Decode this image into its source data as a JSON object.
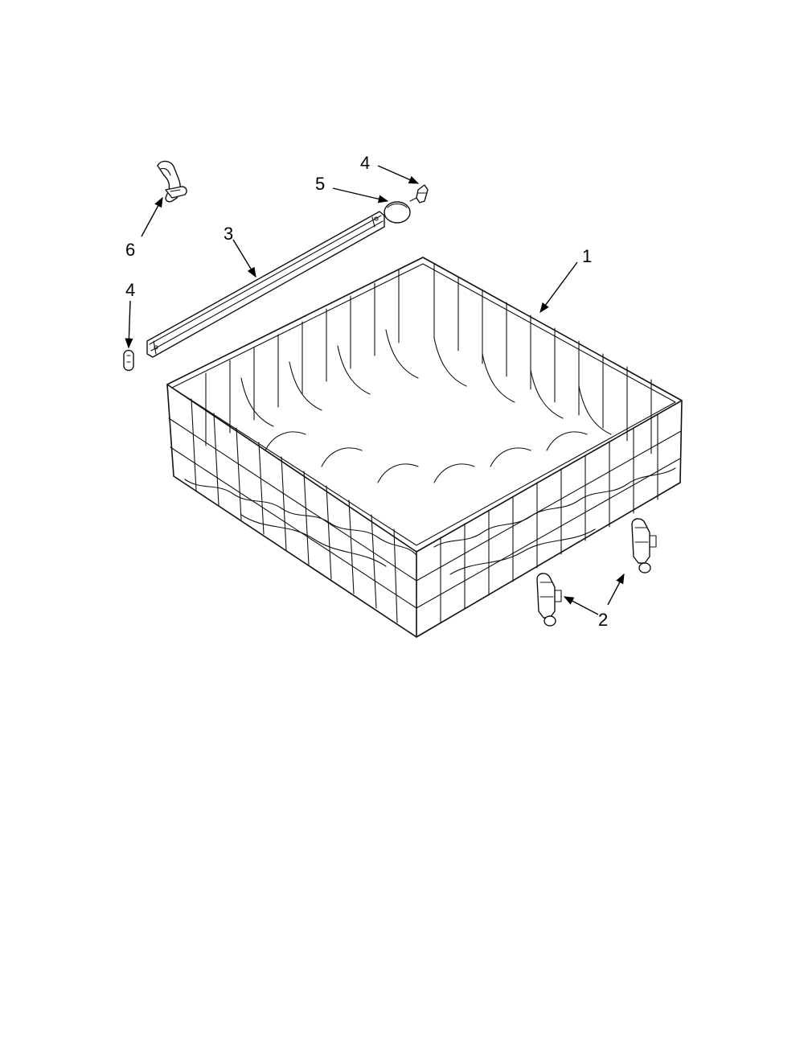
{
  "callouts": {
    "label_1": "1",
    "label_2": "2",
    "label_3": "3",
    "label_4_top": "4",
    "label_4_left": "4",
    "label_5": "5",
    "label_6": "6"
  },
  "colors": {
    "line": "#111111",
    "background": "#ffffff"
  }
}
